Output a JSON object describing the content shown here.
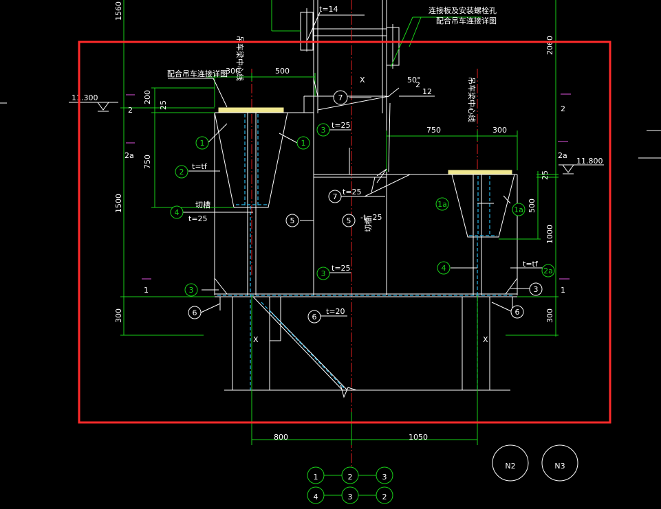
{
  "dimensions": {
    "top_300": "300",
    "top_500": "500",
    "right_750": "750",
    "right_300": "300",
    "left_200": "200",
    "left_25": "25",
    "left_750": "750",
    "left_1500": "1500",
    "left_300": "300",
    "left_1560": "1560",
    "right_2060": "2060",
    "right_25": "25",
    "right_500": "500",
    "right_1000": "1000",
    "right_300b": "300",
    "bottom_800": "800",
    "bottom_1050": "1050",
    "angle": "50°"
  },
  "elevations": {
    "left": "11.300",
    "right": "11.800"
  },
  "section_marks": {
    "s2_left": "2",
    "s2a_left": "2a",
    "s1_left": "1",
    "s2_right": "2",
    "s2a_right": "2a",
    "s1_right": "1"
  },
  "plate_labels": {
    "t_tf_left": "t=tf",
    "qiecao_left": "切槽",
    "t25_left": "t=25",
    "t25_a": "t=25",
    "t25_b": "t=25",
    "t25_c": "t=25",
    "t25_d": "-t=25",
    "qiecao_mid": "切槽",
    "t20": "t=20",
    "t_tf_right": "t=tf",
    "t14": "t=14",
    "x_top": "X",
    "x_left": "X",
    "x_right": "X",
    "weld_12": "12",
    "weld_2": "2"
  },
  "notes": {
    "crane_detail_left": "配合吊车连接详图",
    "connect_plate": "连接板及安装螺栓孔",
    "crane_detail_top": "配合吊车连接详图",
    "crane_beam_center_left": "吊车梁中心线",
    "crane_beam_center_right": "吊车梁中心线"
  },
  "tags": {
    "t1a": "1",
    "t1b": "1",
    "t2a": "2",
    "t4a": "4",
    "t3a": "3",
    "t6a": "6",
    "t5a": "5",
    "t5b": "5",
    "t7a": "7",
    "t7b": "7",
    "t3b": "3",
    "t3c": "3",
    "t6b": "6",
    "t1oa": "1a",
    "t1ob": "1a",
    "t4b": "4",
    "t2ob": "2a",
    "t3d": "3",
    "t6c": "6"
  },
  "axis_grid": {
    "row1": [
      "1",
      "2",
      "3"
    ],
    "row2": [
      "4",
      "3",
      "2"
    ]
  },
  "node_labels": [
    "N2",
    "N3"
  ],
  "colors": {
    "background": "#000000",
    "lines": "#ffffff",
    "dimensions": "#19d119",
    "hidden": "#27b7e8",
    "centerline": "#e02020",
    "highlight_frame": "#ff2a2a"
  }
}
